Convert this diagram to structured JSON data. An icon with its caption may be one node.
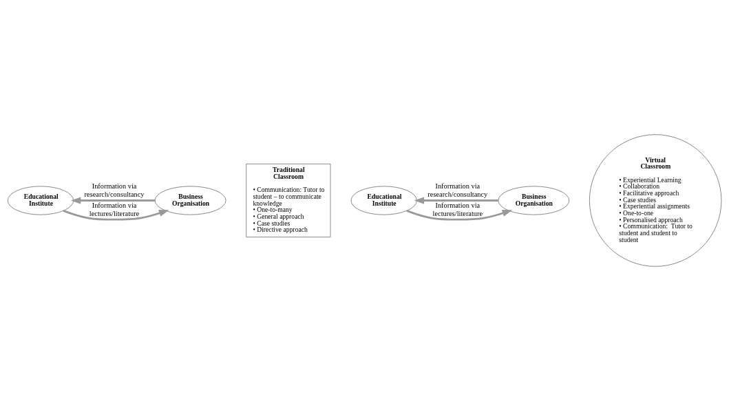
{
  "diagram": {
    "nodes": [
      {
        "text": [
          "Educational Institute"
        ]
      },
      {
        "text": [
          "Traditional Classroom",
          "• Communication: Tutor to student – to communicate knowledge",
          "• One-to-many",
          "• General approach",
          "• Case studies",
          "• Directive approach"
        ]
      },
      {
        "text": [
          "Business Organisation"
        ]
      },
      {
        "text": [
          "Educational Institute"
        ]
      },
      {
        "text": [
          "Virtual Classroom",
          "• Experiential Learning",
          "• Collaboration",
          "• Facilitative approach",
          "• Case studies",
          "• Experiential assignments",
          "• One-to-one",
          "• Personalised approach",
          "• Communication:  Tutor to student and student to student"
        ]
      },
      {
        "text": [
          "Business Organisation"
        ]
      }
    ],
    "edges": [
      {
        "from": 2,
        "to": 0,
        "arrow": "to",
        "label": "Information via research/consultancy"
      },
      {
        "from": 0,
        "to": 2,
        "arrow": "to",
        "label": "Information via lectures/literature"
      },
      {
        "from": 5,
        "to": 3,
        "arrow": "to",
        "label": "Information via research/consultancy"
      },
      {
        "from": 3,
        "to": 5,
        "arrow": "to",
        "label": "Information via lectures/literature"
      }
    ]
  }
}
